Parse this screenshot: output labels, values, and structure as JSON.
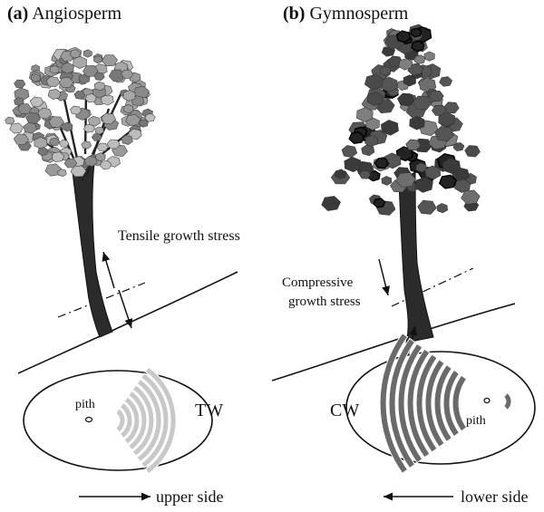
{
  "panels": {
    "a": {
      "letter": "(a)",
      "title": "Angiosperm",
      "stress_label": "Tensile growth stress",
      "pith_label": "pith",
      "wood_label": "TW",
      "side_label": "upper side",
      "leaf_color": "#9a9a9a",
      "trunk_color": "#2b2b2b",
      "ring_color": "#c8c8c8"
    },
    "b": {
      "letter": "(b)",
      "title": "Gymnosperm",
      "stress_label_line1": "Compressive",
      "stress_label_line2": "growth stress",
      "pith_label": "pith",
      "wood_label": "CW",
      "side_label": "lower side",
      "leaf_color": "#555555",
      "trunk_color": "#2b2b2b",
      "ring_color": "#6a6a6a"
    }
  }
}
